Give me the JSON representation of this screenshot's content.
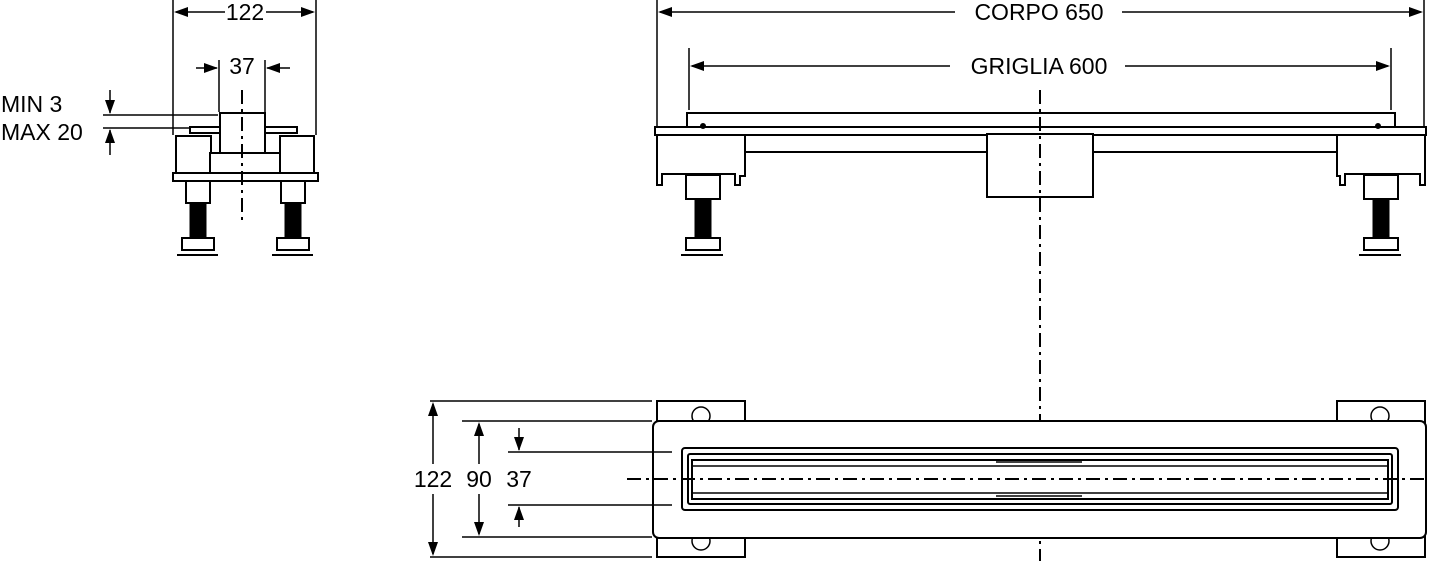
{
  "side_view": {
    "width_label": "122",
    "slot_label": "37",
    "min_label": "MIN 3",
    "max_label": "MAX 20"
  },
  "front_view": {
    "body_label": "CORPO 650",
    "grate_label": "GRIGLIA 600"
  },
  "plan_view": {
    "width_label": "122",
    "inner_label": "90",
    "slot_label": "37"
  }
}
